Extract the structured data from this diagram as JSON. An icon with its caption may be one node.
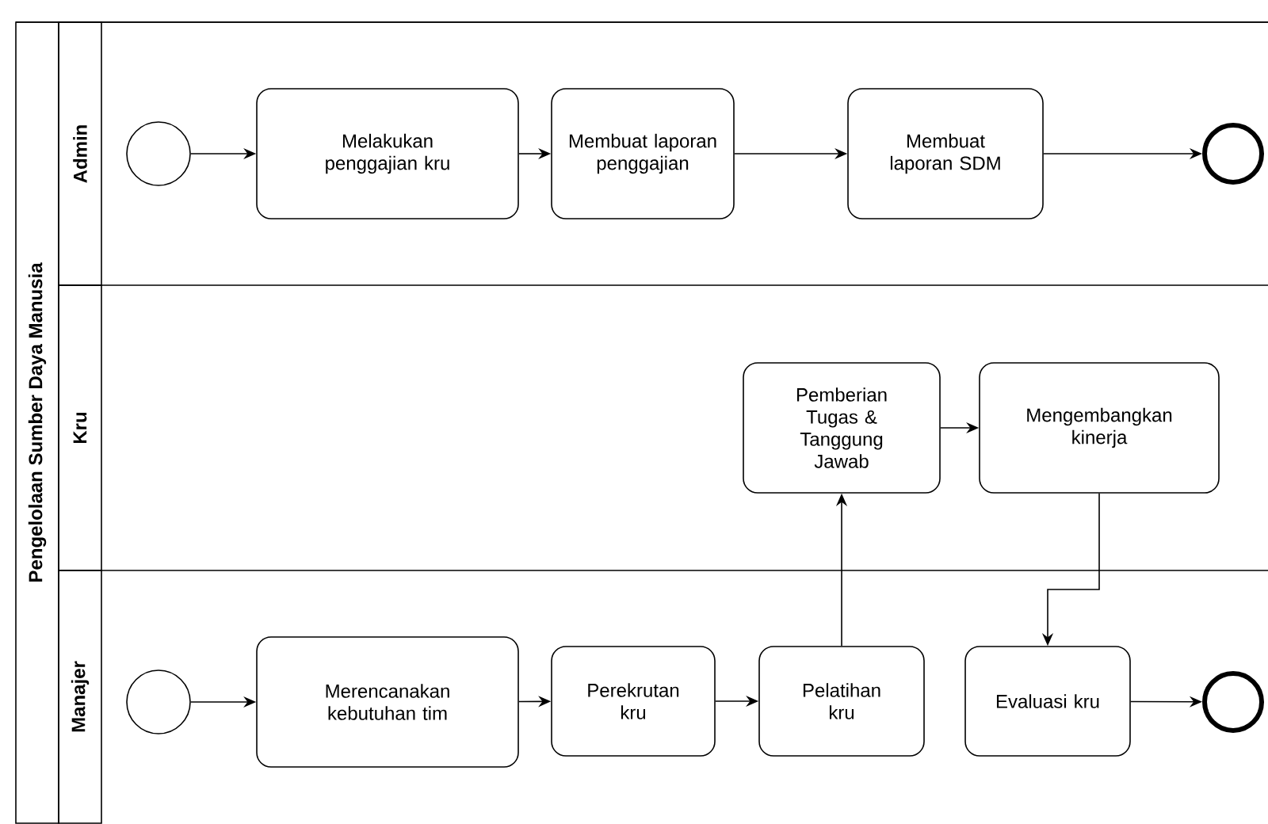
{
  "diagram": {
    "nodes": [
      {
        "text": [
          "Pengelolaan Sumber Daya Manusia"
        ]
      },
      {
        "text": [
          "Admin"
        ],
        "in": 0
      },
      {
        "text": [
          "Kru"
        ],
        "in": 0
      },
      {
        "text": [
          "Manajer"
        ],
        "in": 0
      },
      {
        "text": [],
        "shape": "circle",
        "in": 1
      },
      {
        "text": [
          "Melakukan penggajian kru"
        ],
        "in": 1
      },
      {
        "text": [
          "Membuat laporan penggajian"
        ],
        "in": 1
      },
      {
        "text": [
          "Membuat laporan SDM"
        ],
        "in": 1
      },
      {
        "text": [],
        "shape": "circle",
        "in": 1
      },
      {
        "text": [
          "Pemberian Tugas & Tanggung Jawab"
        ],
        "in": 2
      },
      {
        "text": [
          "Mengembangkan kinerja"
        ],
        "in": 2
      },
      {
        "text": [],
        "shape": "circle",
        "in": 3
      },
      {
        "text": [
          "Merencanakan kebutuhan tim"
        ],
        "in": 3
      },
      {
        "text": [
          "Perekrutan kru"
        ],
        "in": 3
      },
      {
        "text": [
          "Pelatihan kru"
        ],
        "in": 3
      },
      {
        "text": [
          "Evaluasi kru"
        ],
        "in": 3
      },
      {
        "text": [],
        "shape": "circle",
        "in": 3
      }
    ],
    "edges": [
      {
        "from": 4,
        "to": 5,
        "arrow": "to"
      },
      {
        "from": 5,
        "to": 6,
        "arrow": "to"
      },
      {
        "from": 6,
        "to": 7,
        "arrow": "to"
      },
      {
        "from": 7,
        "to": 8,
        "arrow": "to"
      },
      {
        "from": 9,
        "to": 10,
        "arrow": "to"
      },
      {
        "from": 10,
        "to": 15,
        "arrow": "to"
      },
      {
        "from": 11,
        "to": 12,
        "arrow": "to"
      },
      {
        "from": 12,
        "to": 13,
        "arrow": "to"
      },
      {
        "from": 13,
        "to": 14,
        "arrow": "to"
      },
      {
        "from": 14,
        "to": 9,
        "arrow": "to"
      },
      {
        "from": 15,
        "to": 16,
        "arrow": "to"
      }
    ]
  }
}
